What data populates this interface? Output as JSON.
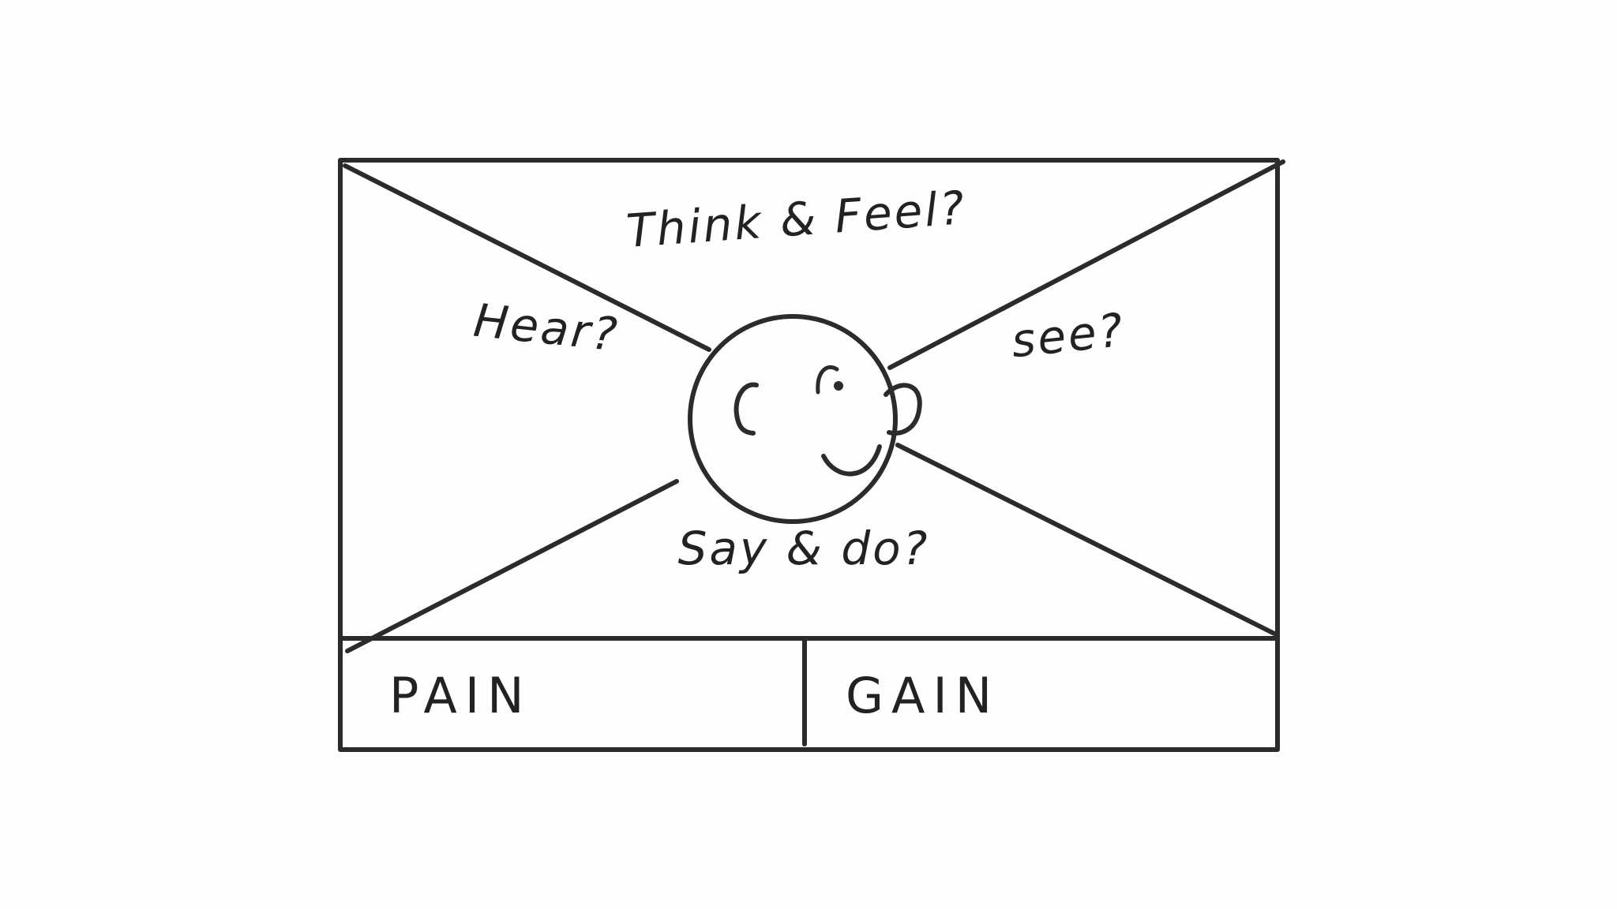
{
  "diagram": {
    "quadrant_labels": {
      "top": "Think & Feel?",
      "left": "Hear?",
      "right": "see?",
      "bottom": "Say & do?"
    },
    "bottom_boxes": {
      "left": "PAIN",
      "right": "GAIN"
    }
  }
}
